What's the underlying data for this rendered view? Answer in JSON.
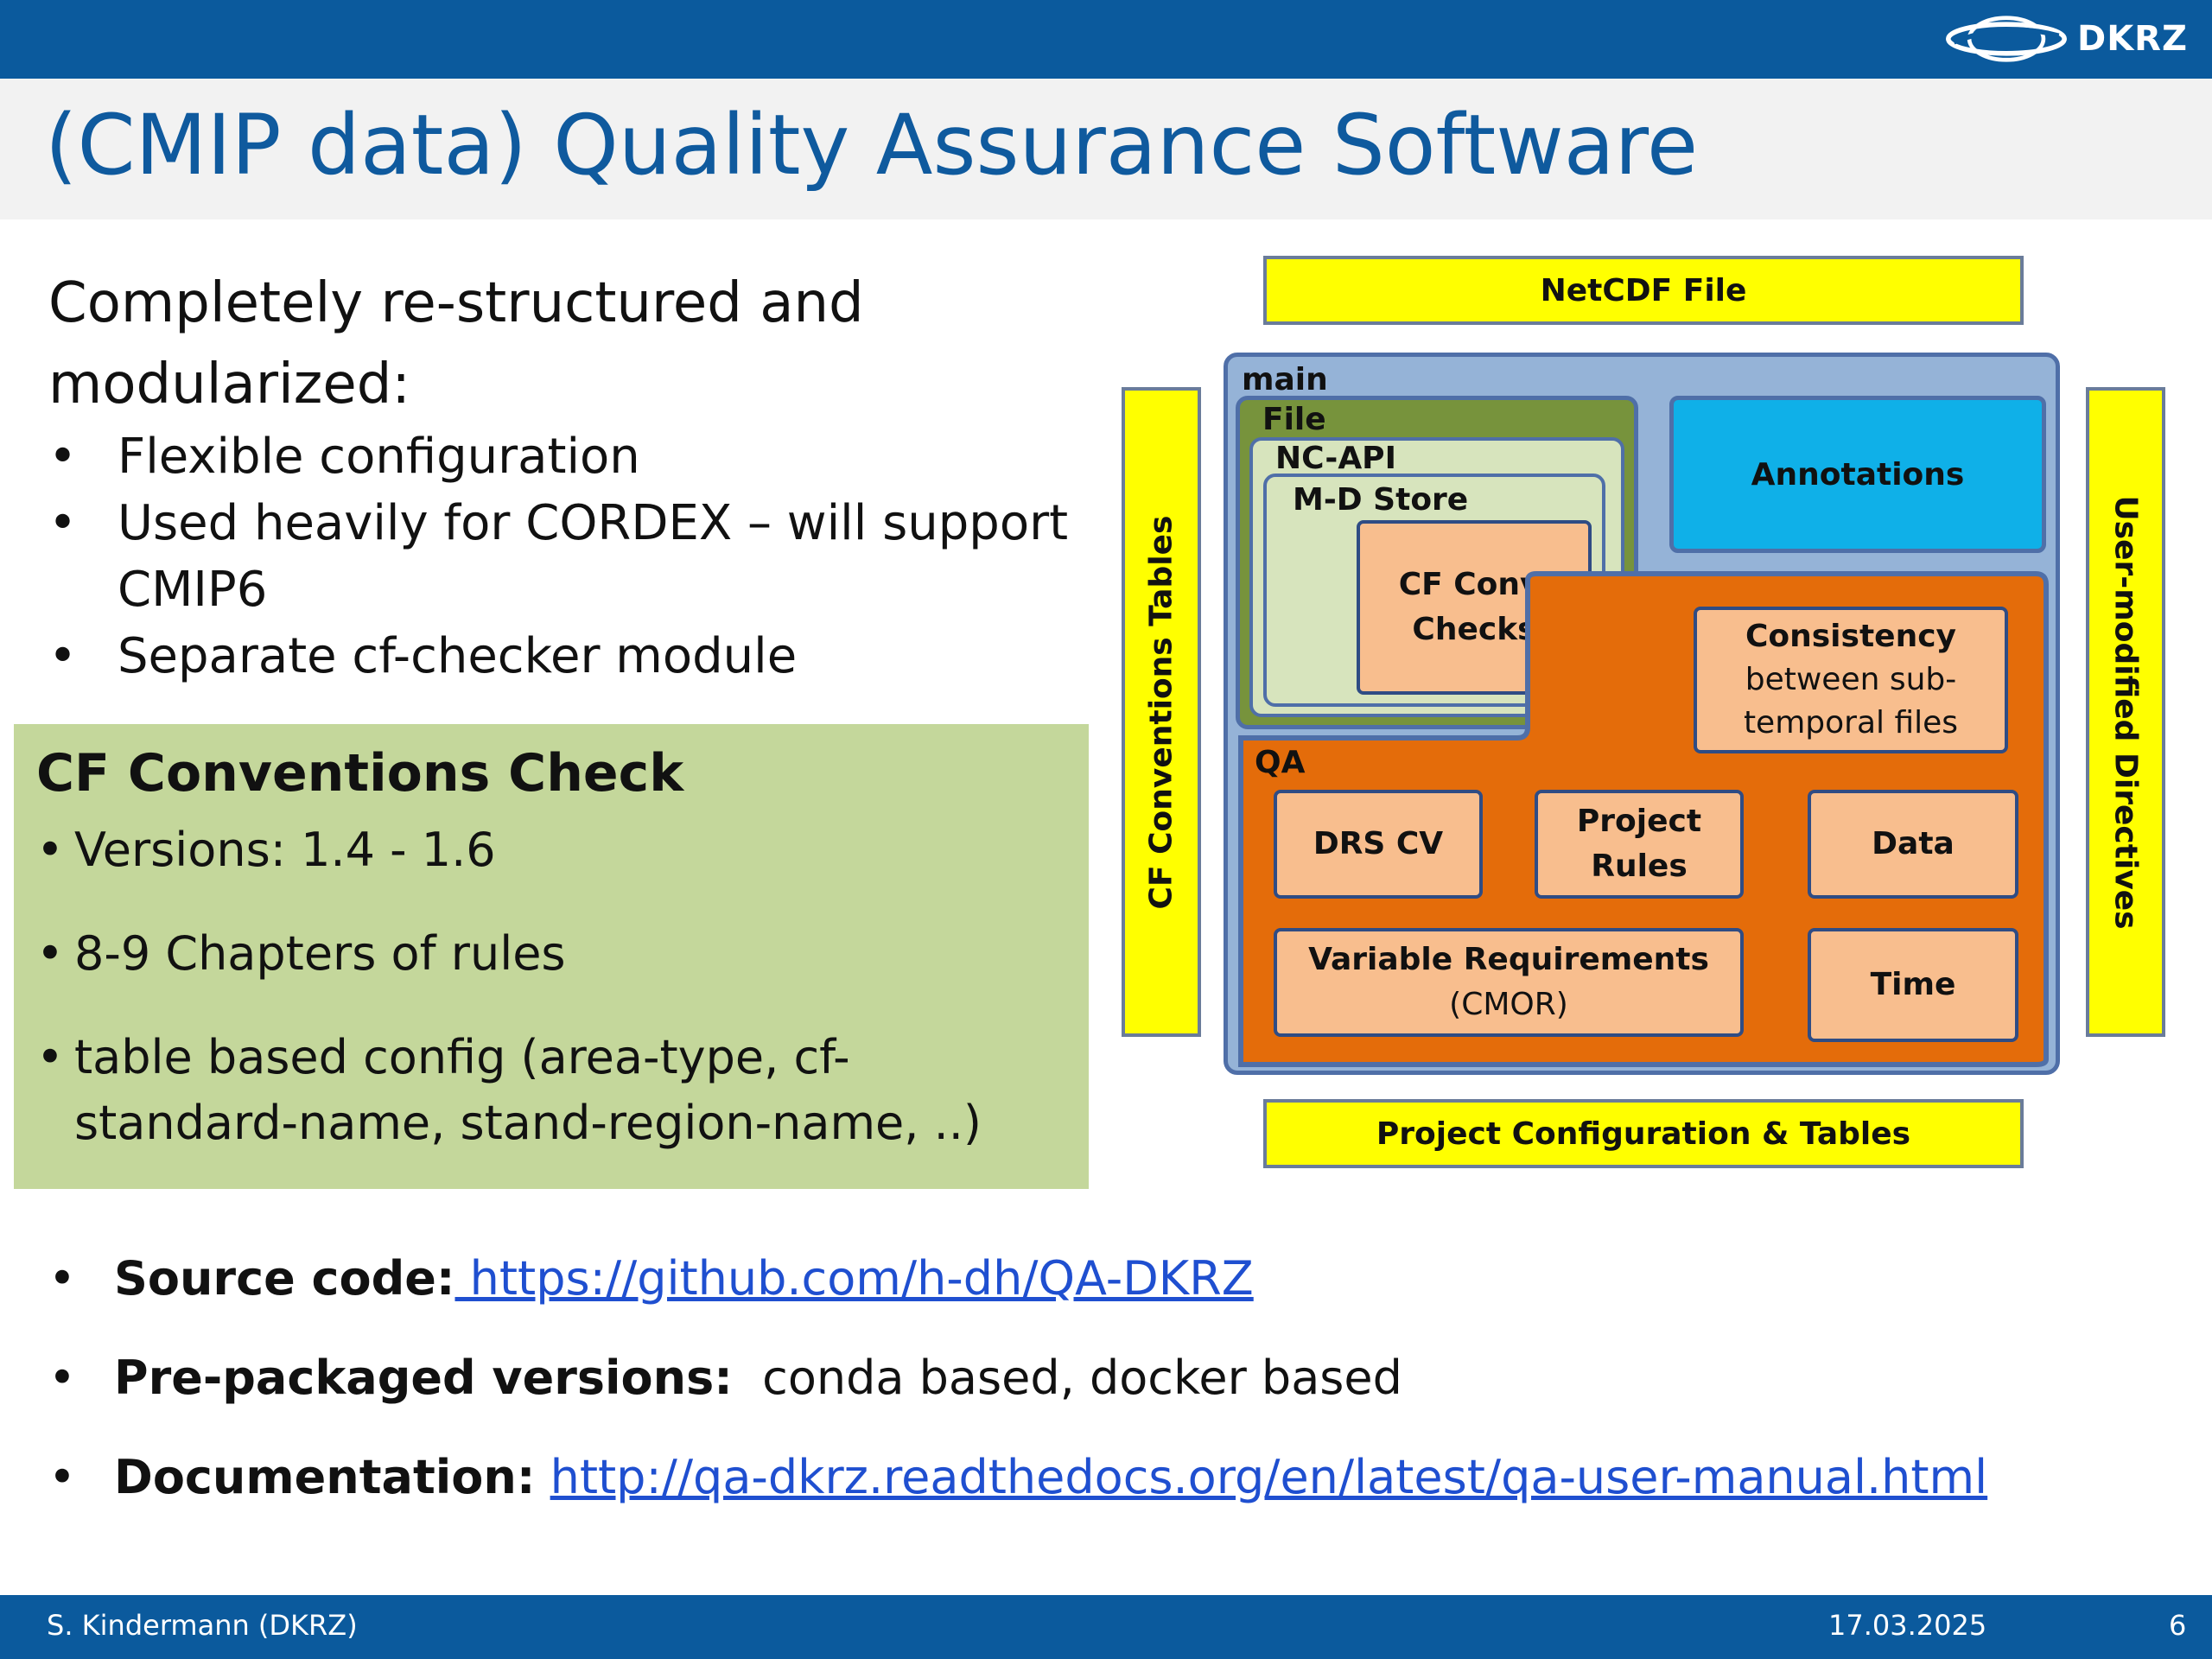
{
  "header": {
    "logo_text": "DKRZ"
  },
  "title": "(CMIP data) Quality Assurance Software",
  "intro": {
    "heading_line1": "Completely re-structured and",
    "heading_line2": "modularized:",
    "bullets": [
      "Flexible configuration",
      "Used heavily for CORDEX – will support CMIP6",
      "Separate cf-checker module"
    ]
  },
  "cf_box": {
    "title": "CF Conventions Check",
    "bullets": [
      "Versions: 1.4 - 1.6",
      "8-9 Chapters of rules",
      "table based config  (area-type, cf-standard-name, stand-region-name, ..)"
    ]
  },
  "links": [
    {
      "label": "Source code:",
      "value": " https://github.com/h-dh/QA-DKRZ"
    },
    {
      "label": "Pre-packaged versions:",
      "value": "conda based,  docker based"
    },
    {
      "label": "Documentation:",
      "value": "http://qa-dkrz.readthedocs.org/en/latest/qa-user-manual.html"
    }
  ],
  "diagram": {
    "netcdf": "NetCDF File",
    "project_config": "Project Configuration & Tables",
    "cf_tables": "CF Conventions Tables",
    "user_directives": "User-modified Directives",
    "main": "main",
    "file": "File",
    "nc_api": "NC-API",
    "md_store": "M-D Store",
    "cf_checks_1": "CF Conv.",
    "cf_checks_2": "Checks",
    "annotations": "Annotations",
    "consistency_title": "Consistency",
    "consistency_1": "between sub-",
    "consistency_2": "temporal files",
    "qa": "QA",
    "drs_cv": "DRS CV",
    "project_rules_1": "Project",
    "project_rules_2": "Rules",
    "data": "Data",
    "var_req_1": "Variable Requirements",
    "var_req_2": "(CMOR)",
    "time": "Time"
  },
  "colors": {
    "header_blue": "#0b5a9d",
    "title_blue": "#0f5a9e",
    "cf_box_green": "#c4d79b",
    "yellow": "#ffff00",
    "main_blue": "#95b3d7",
    "file_green": "#77933c",
    "annotations_cyan": "#0fb0e8",
    "qa_orange": "#e46c0a",
    "peach": "#f8be8e"
  },
  "footer": {
    "author": "S. Kindermann (DKRZ)",
    "date": "17.03.2025",
    "page": "6"
  }
}
